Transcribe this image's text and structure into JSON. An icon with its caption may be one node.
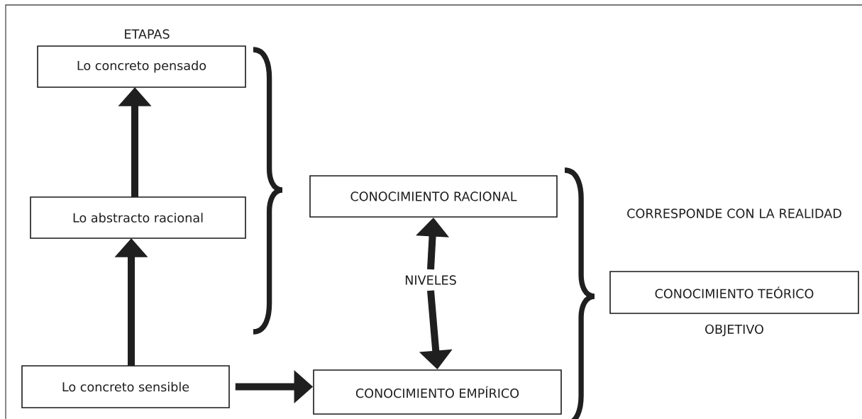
{
  "diagram": {
    "nodes": [
      {
        "text": [
          "Lo concreto pensado"
        ]
      },
      {
        "text": [
          "Lo abstracto racional"
        ]
      },
      {
        "text": [
          "Lo concreto sensible"
        ]
      },
      {
        "text": [
          "CONOCIMIENTO RACIONAL"
        ]
      },
      {
        "text": [
          "NIVELES"
        ]
      },
      {
        "text": [
          "CONOCIMIENTO EMPÍRICO"
        ]
      },
      {
        "text": [
          "CONOCIMIENTO TEÓRICO"
        ]
      }
    ],
    "edges": [
      {
        "from": 1,
        "to": 0,
        "arrow": "to"
      },
      {
        "from": 2,
        "to": 1,
        "arrow": "to"
      },
      {
        "from": 2,
        "to": 5,
        "arrow": "to"
      },
      {
        "from": 4,
        "to": 3,
        "arrow": "to"
      },
      {
        "from": 4,
        "to": 5,
        "arrow": "to"
      }
    ],
    "labels": [
      "ETAPAS",
      "CORRESPONDE CON LA REALIDAD",
      "OBJETIVO"
    ]
  }
}
